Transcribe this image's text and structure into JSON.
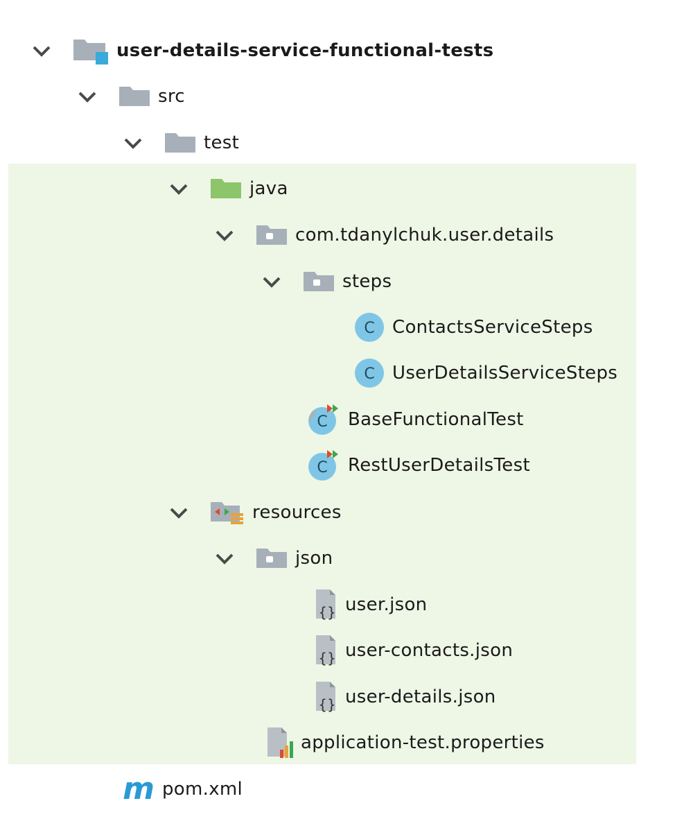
{
  "tree": {
    "project": {
      "label": "user-details-service-functional-tests",
      "icon": "project-folder-icon"
    },
    "src": {
      "label": "src",
      "icon": "folder-icon"
    },
    "test": {
      "label": "test",
      "icon": "folder-icon"
    },
    "java": {
      "label": "java",
      "icon": "test-sources-folder-icon"
    },
    "package": {
      "label": "com.tdanylchuk.user.details",
      "icon": "package-icon"
    },
    "steps": {
      "label": "steps",
      "icon": "package-icon"
    },
    "contacts_steps": {
      "label": "ContactsServiceSteps",
      "icon": "class-icon"
    },
    "user_details_steps": {
      "label": "UserDetailsServiceSteps",
      "icon": "class-icon"
    },
    "base_test": {
      "label": "BaseFunctionalTest",
      "icon": "abstract-test-class-icon"
    },
    "rest_test": {
      "label": "RestUserDetailsTest",
      "icon": "test-class-icon"
    },
    "resources": {
      "label": "resources",
      "icon": "test-resources-folder-icon"
    },
    "json_folder": {
      "label": "json",
      "icon": "package-icon"
    },
    "user_json": {
      "label": "user.json",
      "icon": "json-file-icon"
    },
    "user_contacts_json": {
      "label": "user-contacts.json",
      "icon": "json-file-icon"
    },
    "user_details_json": {
      "label": "user-details.json",
      "icon": "json-file-icon"
    },
    "app_props": {
      "label": "application-test.properties",
      "icon": "properties-file-icon"
    },
    "pom": {
      "label": "pom.xml",
      "icon": "maven-icon"
    }
  },
  "colors": {
    "highlight": "#eef6e6",
    "folder": "#a7b0b8",
    "test_folder": "#8cc56a",
    "class_circle": "#7fc6e6",
    "maven": "#2a9ad6"
  }
}
